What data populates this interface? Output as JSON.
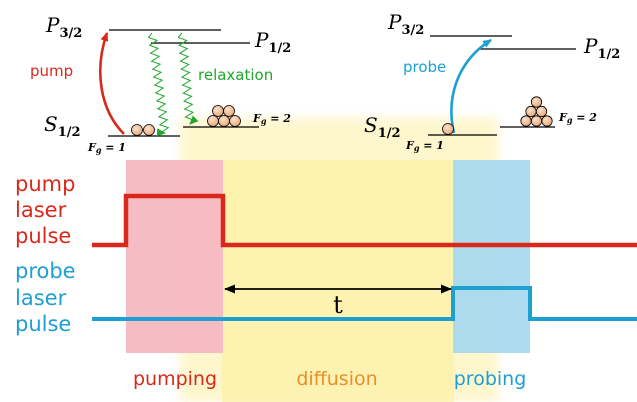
{
  "colors": {
    "pump": "#d9291c",
    "probe": "#1e9fd1",
    "relaxation": "#1fa82b",
    "diffusion": "#e8902f",
    "pump_region": "#f6b8c0",
    "probe_region": "#a9d9ee",
    "diffusion_region": "#fdf0a6",
    "atom": "#f2c29a"
  },
  "left_levels": {
    "p32": "P",
    "p32_sub": "3/2",
    "p12": "P",
    "p12_sub": "1/2",
    "s12": "S",
    "s12_sub": "1/2",
    "fg1": "F",
    "fg1_sub": "g",
    "fg1_val": " = 1",
    "fg2": "F",
    "fg2_sub": "g",
    "fg2_val": " = 2",
    "pump_label": "pump",
    "relax_label": "relaxation"
  },
  "right_levels": {
    "p32": "P",
    "p32_sub": "3/2",
    "p12": "P",
    "p12_sub": "1/2",
    "s12": "S",
    "s12_sub": "1/2",
    "fg1": "F",
    "fg1_sub": "g",
    "fg1_val": " = 1",
    "fg2": "F",
    "fg2_sub": "g",
    "fg2_val": " = 2",
    "probe_label": "probe"
  },
  "signals": {
    "pump_line1": "pump",
    "pump_line2": "laser",
    "pump_line3": "pulse",
    "probe_line1": "probe",
    "probe_line2": "laser",
    "probe_line3": "pulse",
    "delay_label": "t"
  },
  "phases": {
    "pumping": "pumping",
    "diffusion": "diffusion",
    "probing": "probing"
  }
}
